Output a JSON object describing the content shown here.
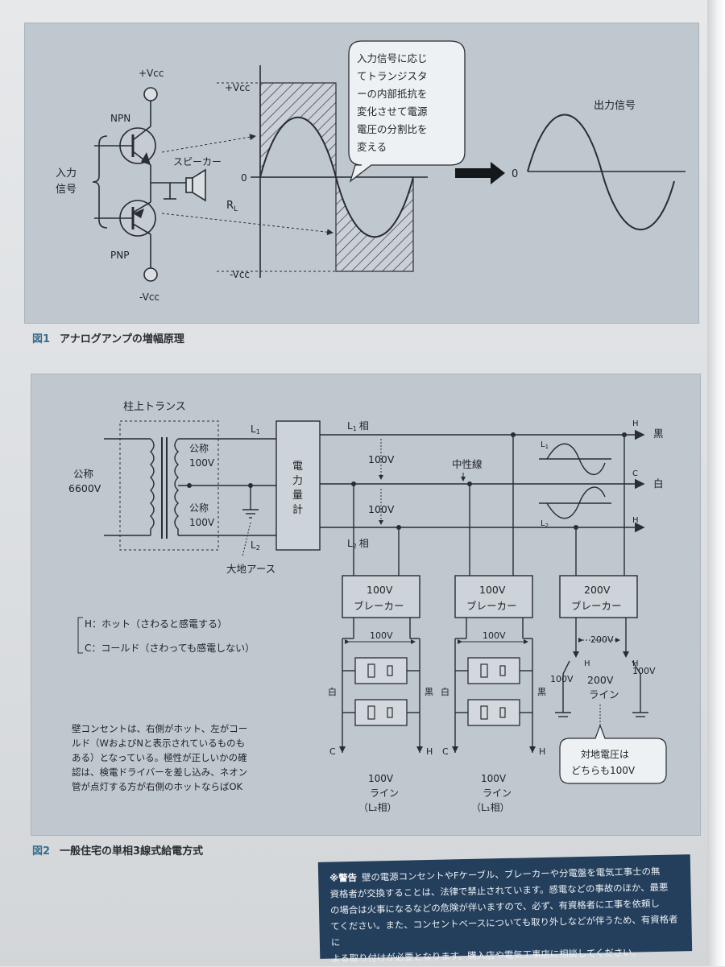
{
  "figure1": {
    "caption_num": "図1",
    "caption_title": "アナログアンプの増幅原理",
    "vcc_pos": "+Vcc",
    "vcc_neg": "-Vcc",
    "npn": "NPN",
    "pnp": "PNP",
    "input_line1": "入力",
    "input_line2": "信号",
    "speaker": "スピーカー",
    "rl": "R",
    "rl_sub": "L",
    "axis_vcc_pos": "+Vcc",
    "axis_zero": "0",
    "axis_vcc_neg": "-Vcc",
    "callout_lines": [
      "入力信号に応じ",
      "てトランジスタ",
      "ーの内部抵抗を",
      "変化させて電源",
      "電圧の分割比を",
      "変える"
    ],
    "output_zero": "0",
    "output_label": "出力信号"
  },
  "figure2": {
    "caption_num": "図2",
    "caption_title": "一般住宅の単相3線式給電方式",
    "pole_transformer": "柱上トランス",
    "nominal_6600": [
      "公称",
      "6600V"
    ],
    "nominal_100_a": [
      "公称",
      "100V"
    ],
    "nominal_100_b": [
      "公称",
      "100V"
    ],
    "l1": "L",
    "l1_sub": "1",
    "l2": "L",
    "l2_sub": "2",
    "meter": [
      "電",
      "力",
      "量",
      "計"
    ],
    "l1_phase": "相",
    "l2_phase": "相",
    "v100_upper": "100V",
    "v100_lower": "100V",
    "neutral": "中性線",
    "ground_earth": "大地アース",
    "h_top": "H",
    "c_mid": "C",
    "h_bot": "H",
    "black": "黒",
    "white": "白",
    "breaker1": [
      "100V",
      "ブレーカー"
    ],
    "breaker2": [
      "100V",
      "ブレーカー"
    ],
    "breaker3": [
      "200V",
      "ブレーカー"
    ],
    "legend_h": "H：ホット（さわると感電する）",
    "legend_c": "C：コールド（さわっても感電しない）",
    "outlet_v1": "100V",
    "outlet_v2": "100V",
    "outlet_white": "白",
    "outlet_black": "黒",
    "c_label": "C",
    "h_label": "H",
    "line100_l2": [
      "100V",
      "ライン",
      "（L₂相）"
    ],
    "line100_l1": [
      "100V",
      "ライン",
      "（L₁相）"
    ],
    "v200_span": "200V",
    "v200_left": "100V",
    "v200_right": "100V",
    "line200": [
      "200V",
      "ライン"
    ],
    "ground_note": [
      "対地電圧は",
      "どちらも100V"
    ],
    "outlet_note": [
      "壁コンセントは、右側がホット、左がコー",
      "ルド（WおよびNと表示されているものも",
      "ある）となっている。極性が正しいかの確",
      "認は、検電ドライバーを差し込み、ネオン",
      "管が点灯する方が右側のホットならばOK"
    ]
  },
  "warning": {
    "title": "※警告",
    "lines": [
      "壁の電源コンセントやFケーブル、ブレーカーや分電盤を電気工事士の無",
      "資格者が交換することは、法律で禁止されています。感電などの事故のほか、最悪",
      "の場合は火事になるなどの危険が伴いますので、必ず、有資格者に工事を依頼し",
      "てください。また、コンセントベースについても取り外しなどが伴うため、有資格者に",
      "よる取り付けが必要となります。購入店や電気工事店に相談してください。"
    ]
  }
}
